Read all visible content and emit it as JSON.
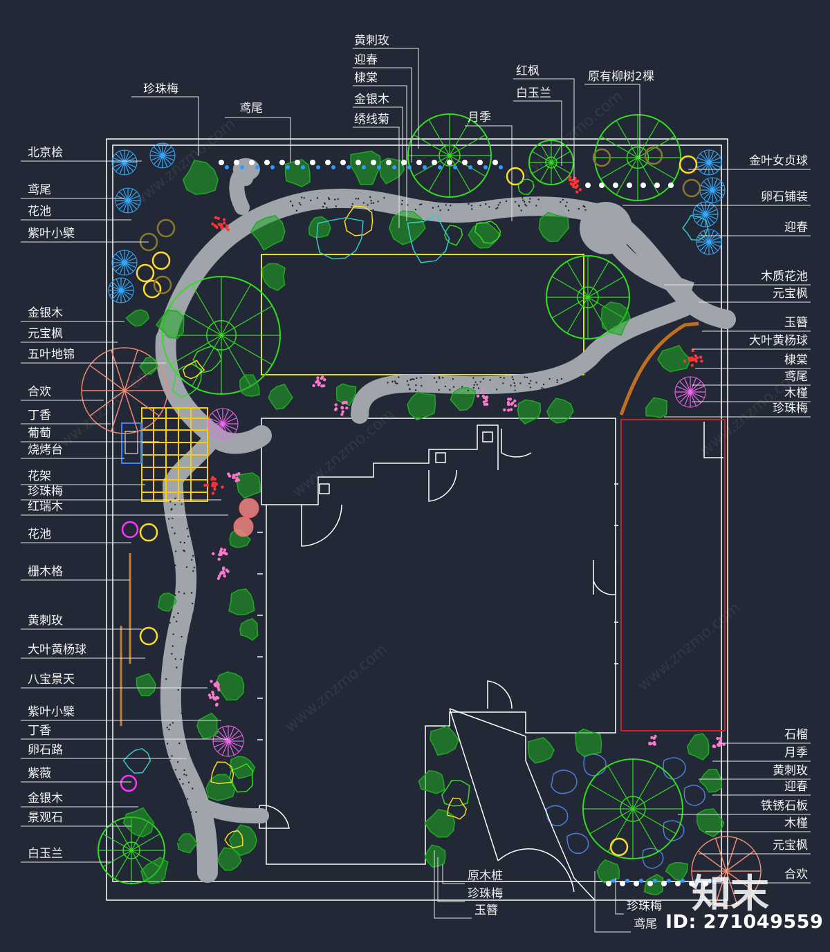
{
  "labels": {
    "top": [
      {
        "key": "t1",
        "text": "黄刺玫"
      },
      {
        "key": "t2",
        "text": "迎春"
      },
      {
        "key": "t3",
        "text": "棣棠"
      },
      {
        "key": "t4",
        "text": "金银木"
      },
      {
        "key": "t5",
        "text": "绣线菊"
      },
      {
        "key": "t6",
        "text": "珍珠梅"
      },
      {
        "key": "t7",
        "text": "鸢尾"
      },
      {
        "key": "t8",
        "text": "月季"
      },
      {
        "key": "t9",
        "text": "红枫"
      },
      {
        "key": "t10",
        "text": "白玉兰"
      },
      {
        "key": "t11",
        "text": "原有柳树2棵"
      }
    ],
    "left": [
      {
        "key": "l1",
        "text": "北京桧"
      },
      {
        "key": "l2",
        "text": "鸢尾"
      },
      {
        "key": "l3",
        "text": "花池"
      },
      {
        "key": "l4",
        "text": "紫叶小檗"
      },
      {
        "key": "l5",
        "text": "金银木"
      },
      {
        "key": "l6",
        "text": "元宝枫"
      },
      {
        "key": "l7",
        "text": "五叶地锦"
      },
      {
        "key": "l8",
        "text": "合欢"
      },
      {
        "key": "l9",
        "text": "丁香"
      },
      {
        "key": "l10",
        "text": "葡萄"
      },
      {
        "key": "l11",
        "text": "烧烤台"
      },
      {
        "key": "l12",
        "text": "花架"
      },
      {
        "key": "l13",
        "text": "珍珠梅"
      },
      {
        "key": "l14",
        "text": "红瑞木"
      },
      {
        "key": "l15",
        "text": "花池"
      },
      {
        "key": "l16",
        "text": "栅木格"
      },
      {
        "key": "l17",
        "text": "黄刺玫"
      },
      {
        "key": "l18",
        "text": "大叶黄杨球"
      },
      {
        "key": "l19",
        "text": "八宝景天"
      },
      {
        "key": "l20",
        "text": "紫叶小檗"
      },
      {
        "key": "l21",
        "text": "丁香"
      },
      {
        "key": "l22",
        "text": "卵石路"
      },
      {
        "key": "l23",
        "text": "紫薇"
      },
      {
        "key": "l24",
        "text": "金银木"
      },
      {
        "key": "l25",
        "text": "景观石"
      },
      {
        "key": "l26",
        "text": "白玉兰"
      }
    ],
    "right": [
      {
        "key": "r1",
        "text": "金叶女贞球"
      },
      {
        "key": "r2",
        "text": "卵石铺装"
      },
      {
        "key": "r3",
        "text": "迎春"
      },
      {
        "key": "r4",
        "text": "木质花池"
      },
      {
        "key": "r5",
        "text": "元宝枫"
      },
      {
        "key": "r6",
        "text": "玉簪"
      },
      {
        "key": "r7",
        "text": "大叶黄杨球"
      },
      {
        "key": "r8",
        "text": "棣棠"
      },
      {
        "key": "r9",
        "text": "鸢尾"
      },
      {
        "key": "r10",
        "text": "木槿"
      },
      {
        "key": "r11",
        "text": "珍珠梅"
      },
      {
        "key": "r12",
        "text": "石榴"
      },
      {
        "key": "r13",
        "text": "月季"
      },
      {
        "key": "r14",
        "text": "黄刺玫"
      },
      {
        "key": "r15",
        "text": "迎春"
      },
      {
        "key": "r16",
        "text": "铁锈石板"
      },
      {
        "key": "r17",
        "text": "木槿"
      },
      {
        "key": "r18",
        "text": "元宝枫"
      },
      {
        "key": "r19",
        "text": "合欢"
      }
    ],
    "bottom": [
      {
        "key": "b1",
        "text": "原木桩"
      },
      {
        "key": "b2",
        "text": "珍珠梅"
      },
      {
        "key": "b3",
        "text": "玉簪"
      },
      {
        "key": "b4",
        "text": "珍珠梅"
      },
      {
        "key": "b5",
        "text": "鸢尾"
      }
    ]
  },
  "watermark": "www.znzmo.com",
  "logo": "知末",
  "id_text": "ID: 271049559",
  "colors": {
    "background": "#222835",
    "boundary": "#ffffff",
    "path": "#a0a4ab",
    "building_outline": "#ffffff",
    "lawn_outline": "#e6e600",
    "parking_outline": "#cc2222",
    "tree": "#33dd22",
    "shrub": "#1faa22",
    "blue_shrub": "#33aaff",
    "flower_red": "#ff3333",
    "flower_pink": "#ff77cc",
    "flower_magenta": "#ff33ff",
    "yellow_shrub": "#ffdd22",
    "pergola": "#ffcc00"
  }
}
